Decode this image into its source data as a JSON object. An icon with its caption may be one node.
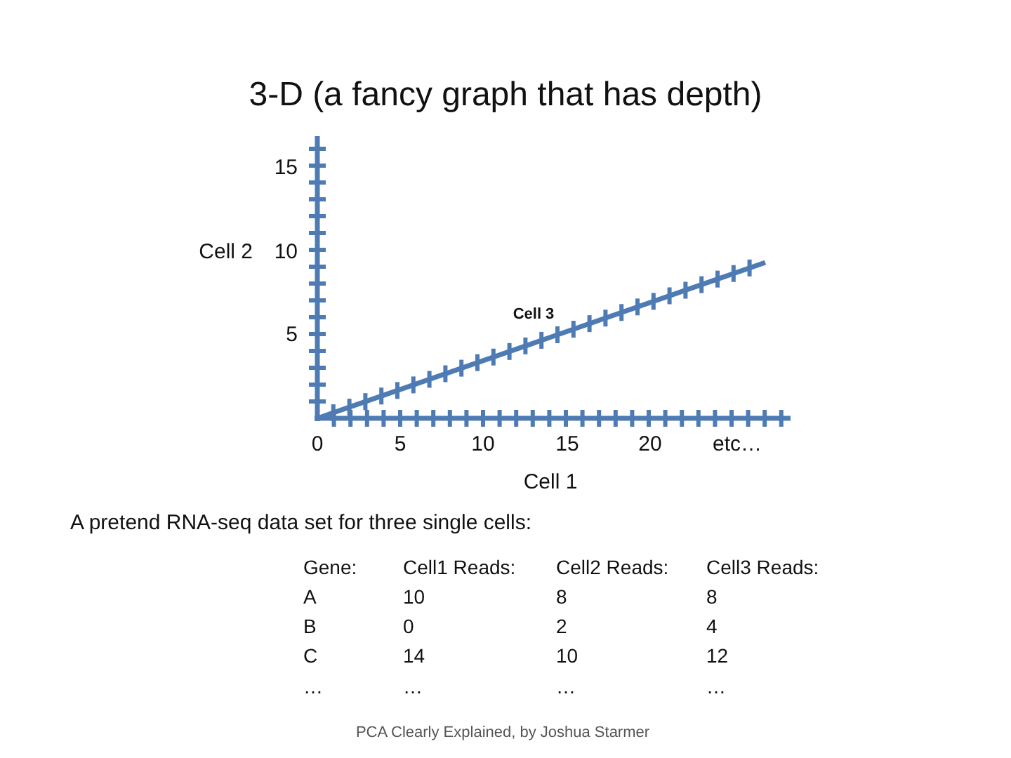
{
  "diagram": {
    "title": "3-D (a fancy graph that has depth)",
    "caption": "PCA Clearly Explained, by Joshua Starmer",
    "labels": [
      "15",
      "Cell 2",
      "10",
      "Cell 3",
      "5",
      "0",
      "5",
      "10",
      "15",
      "20",
      "etc…",
      "Cell 1",
      "A pretend RNA-seq data set for three single cells:",
      "Gene:",
      "Cell1 Reads:",
      "Cell2 Reads:",
      "Cell3 Reads:",
      "A",
      "10",
      "8",
      "8",
      "B",
      "0",
      "2",
      "4",
      "C",
      "14",
      "10",
      "12",
      "…",
      "…",
      "…",
      "…"
    ]
  }
}
